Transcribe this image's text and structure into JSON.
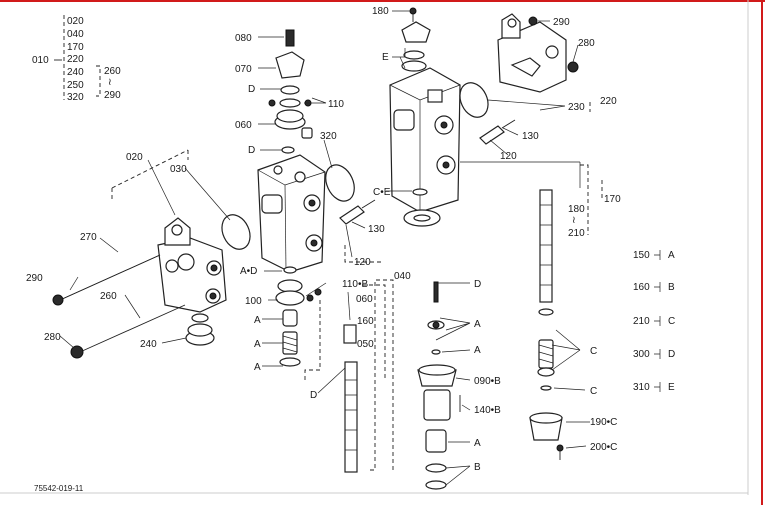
{
  "colors": {
    "ink": "#1a1a1a",
    "background": "#ffffff",
    "border_red": "#d11a1a"
  },
  "top_group": {
    "main": "010",
    "items": [
      "020",
      "040",
      "170",
      "220",
      "240",
      "250",
      "320"
    ],
    "sub_range": [
      "260",
      "290"
    ]
  },
  "labels": {
    "l180": "180",
    "l290a": "290",
    "l080": "080",
    "lE": "E",
    "l280a": "280",
    "l070": "070",
    "l220": "220",
    "lD1": "D",
    "l110": "110",
    "l230": "230",
    "l060a": "060",
    "l130a": "130",
    "l320": "320",
    "lD2": "D",
    "l120a": "120",
    "l020": "020",
    "l030": "030",
    "lCE": "C•E",
    "l170": "170",
    "l130b": "130",
    "l180r": "180",
    "l210r": "210",
    "l270": "270",
    "l120b": "120",
    "lAD": "A•D",
    "l040": "040",
    "lD3": "D",
    "l110B": "110•B",
    "l290b": "290",
    "l060b": "060",
    "l260": "260",
    "l100": "100",
    "l160": "160",
    "lA1": "A",
    "lA2": "A",
    "lA3": "A",
    "l280b": "280",
    "l240": "240",
    "l050": "050",
    "lA4": "A",
    "lA5": "A",
    "lD4": "D",
    "lC1": "C",
    "lC2": "C",
    "l090B": "090•B",
    "l140B": "140•B",
    "lA6": "A",
    "lB1": "B",
    "l190C": "190•C",
    "l200C": "200•C",
    "footer_code": "75542-019-11"
  },
  "legend": [
    {
      "code": "150",
      "letter": "A"
    },
    {
      "code": "160",
      "letter": "B"
    },
    {
      "code": "210",
      "letter": "C"
    },
    {
      "code": "300",
      "letter": "D"
    },
    {
      "code": "310",
      "letter": "E"
    }
  ]
}
